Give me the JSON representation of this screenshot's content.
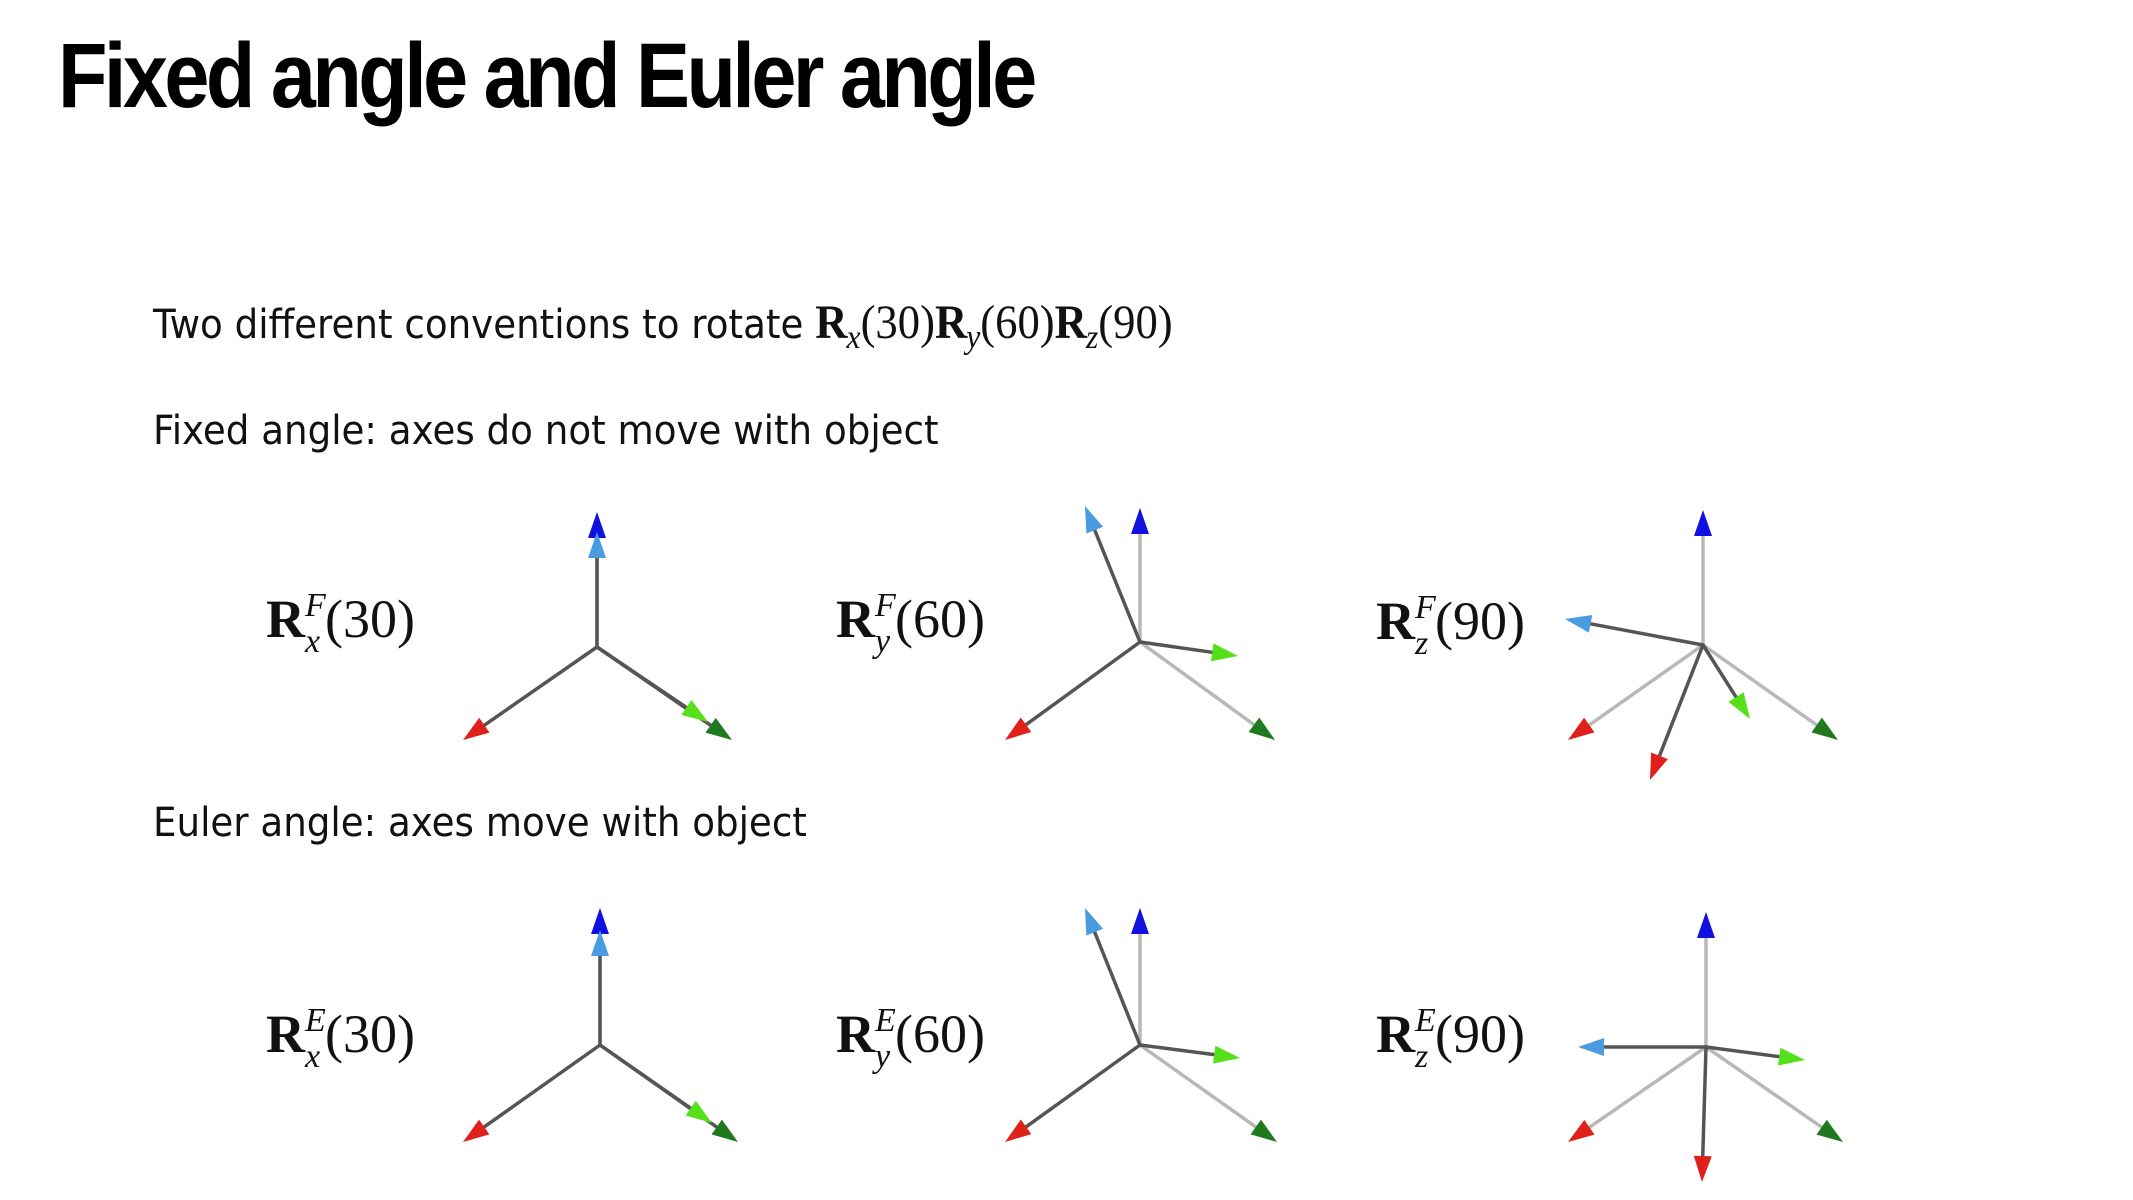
{
  "slide": {
    "title": "Fixed angle and Euler angle",
    "intro": {
      "text": "Two different conventions to rotate ",
      "expr": [
        {
          "op": "R",
          "sub": "x",
          "arg": "(30)"
        },
        {
          "op": "R",
          "sub": "y",
          "arg": "(60)"
        },
        {
          "op": "R",
          "sub": "z",
          "arg": "(90)"
        }
      ]
    },
    "fixed_heading": "Fixed angle: axes do not move with object",
    "euler_heading": "Euler angle: axes move with object"
  },
  "labels": {
    "fixed": [
      {
        "op": "R",
        "sup": "F",
        "sub": "x",
        "arg": "(30)"
      },
      {
        "op": "R",
        "sup": "F",
        "sub": "y",
        "arg": "(60)"
      },
      {
        "op": "R",
        "sup": "F",
        "sub": "z",
        "arg": "(90)"
      }
    ],
    "euler": [
      {
        "op": "R",
        "sup": "E",
        "sub": "x",
        "arg": "(30)"
      },
      {
        "op": "R",
        "sup": "E",
        "sub": "y",
        "arg": "(60)"
      },
      {
        "op": "R",
        "sup": "E",
        "sub": "z",
        "arg": "(90)"
      }
    ]
  },
  "colors": {
    "x_axis": "#e0201b",
    "y_axis": "#1f7a1f",
    "z_axis": "#1010e0",
    "rotated_x": "#e0201b",
    "rotated_y": "#55e01b",
    "rotated_z": "#4a9be0",
    "reference_shaft": "#b8b8b8",
    "rotated_shaft": "#555555"
  }
}
